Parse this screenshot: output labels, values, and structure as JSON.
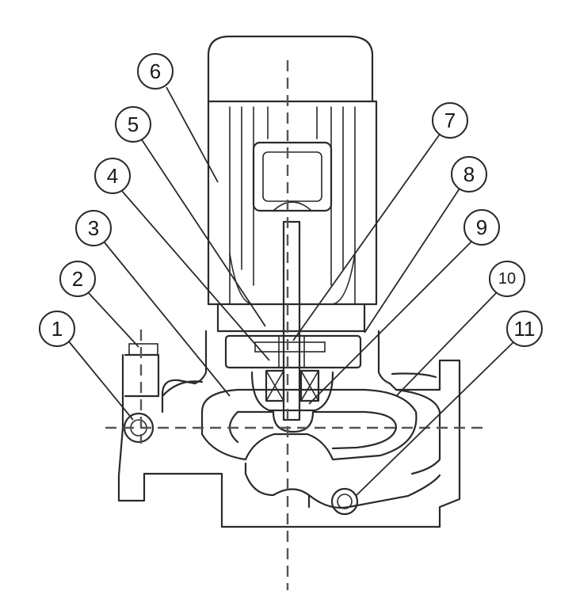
{
  "callouts": [
    {
      "label": "1"
    },
    {
      "label": "2"
    },
    {
      "label": "3"
    },
    {
      "label": "4"
    },
    {
      "label": "5"
    },
    {
      "label": "6"
    },
    {
      "label": "7"
    },
    {
      "label": "8"
    },
    {
      "label": "9"
    },
    {
      "label": "10"
    },
    {
      "label": "11"
    }
  ],
  "colors": {
    "line": "#2a2a2a",
    "centerline": "#555555",
    "background": "#ffffff"
  }
}
